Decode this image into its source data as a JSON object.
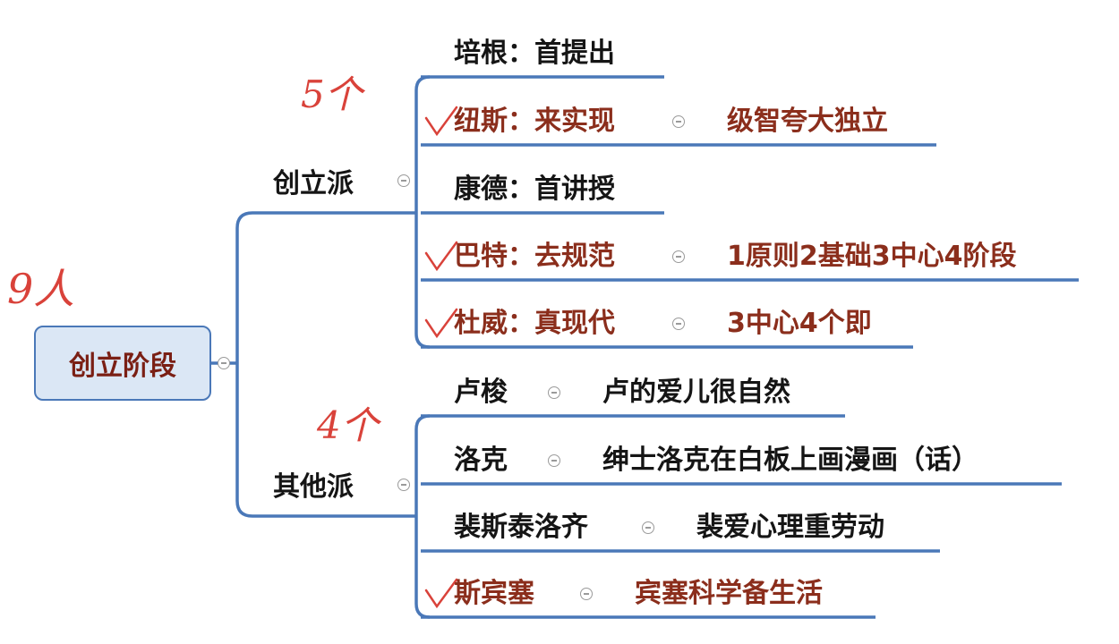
{
  "root": {
    "label": "创立阶段"
  },
  "annotations": {
    "total": "9人",
    "founders_count": "5个",
    "others_count": "4个"
  },
  "branches": [
    {
      "label": "创立派",
      "children": [
        {
          "name": "培根：首提出",
          "detail": "",
          "checked": false,
          "red": false
        },
        {
          "name": "纽斯：来实现",
          "detail": "级智夸大独立",
          "checked": true,
          "red": true
        },
        {
          "name": "康德：首讲授",
          "detail": "",
          "checked": false,
          "red": false
        },
        {
          "name": "巴特：去规范",
          "detail": "1原则2基础3中心4阶段",
          "checked": true,
          "red": true
        },
        {
          "name": "杜威：真现代",
          "detail": "3中心4个即",
          "checked": true,
          "red": true
        }
      ]
    },
    {
      "label": "其他派",
      "children": [
        {
          "name": "卢梭",
          "detail": "卢的爱儿很自然",
          "checked": false,
          "red": false
        },
        {
          "name": "洛克",
          "detail": "绅士洛克在白板上画漫画（话）",
          "checked": false,
          "red": false
        },
        {
          "name": "裴斯泰洛齐",
          "detail": "裴爱心理重劳动",
          "checked": false,
          "red": false
        },
        {
          "name": "斯宾塞",
          "detail": "宾塞科学备生活",
          "checked": true,
          "red": true
        }
      ]
    }
  ],
  "colors": {
    "connector": "#4a78b8",
    "red_text": "#8b2e1c",
    "handwriting": "#d9423a",
    "root_fill": "#dbe7f5"
  }
}
